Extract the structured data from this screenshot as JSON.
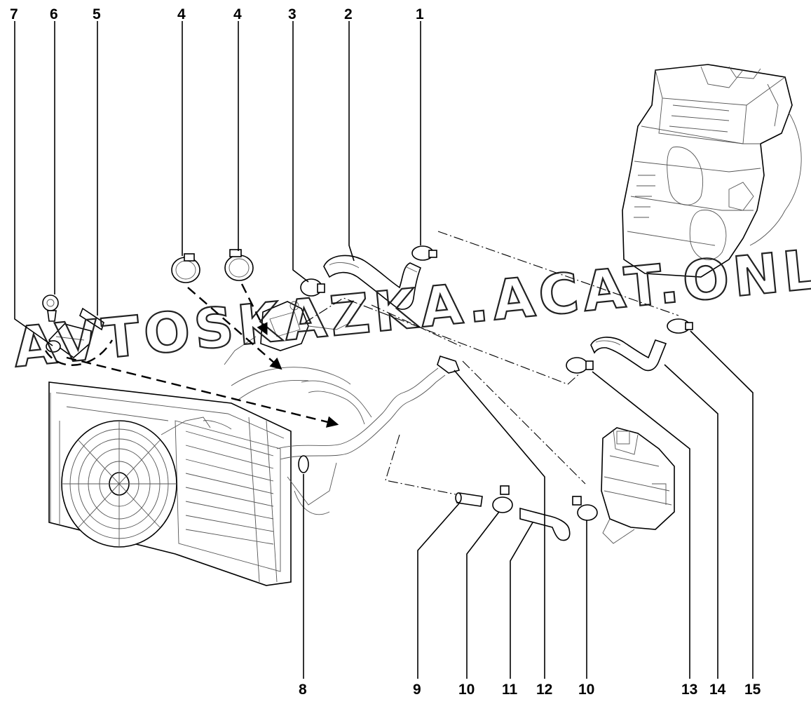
{
  "callouts": {
    "c1": "1",
    "c2": "2",
    "c3": "3",
    "c4a": "4",
    "c4b": "4",
    "c5": "5",
    "c6": "6",
    "c7": "7",
    "c8": "8",
    "c9": "9",
    "c10a": "10",
    "c11": "11",
    "c12": "12",
    "c10b": "10",
    "c13": "13",
    "c14": "14",
    "c15": "15"
  },
  "watermark": "AVTOSKAZKA.ACAT.ONLINE"
}
